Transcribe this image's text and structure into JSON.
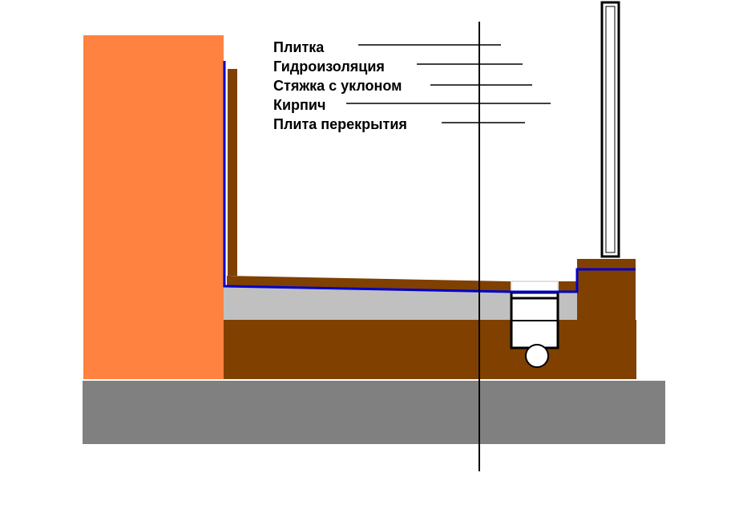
{
  "legend": {
    "items": [
      {
        "label": "Плитка"
      },
      {
        "label": "Гидроизоляция"
      },
      {
        "label": "Стяжка с уклоном"
      },
      {
        "label": "Кирпич"
      },
      {
        "label": "Плита перекрытия"
      }
    ]
  },
  "colors": {
    "background": "#ffffff",
    "wall": "#ff8240",
    "brick": "#7f4000",
    "screed": "#c0c0c0",
    "slab": "#808080",
    "waterproofing": "#0000cc",
    "drain": "#ffffff",
    "outline": "#000000"
  }
}
